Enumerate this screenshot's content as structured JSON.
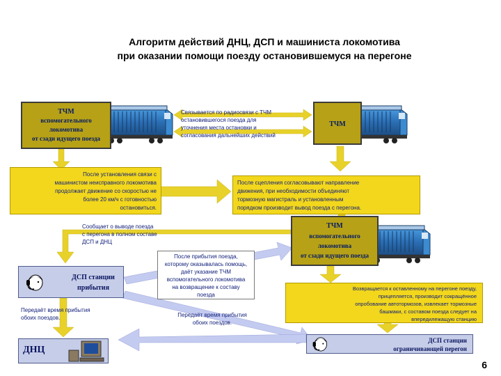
{
  "title": {
    "line1": "Алгоритм действий ДНЦ, ДСП и машиниста локомотива",
    "line2": "при оказании помощи поезду остановившемуся на перегоне"
  },
  "box_tchm_helper_top": {
    "line1": "ТЧМ",
    "line2": "вспомогательного",
    "line3": "локомотива",
    "line4": "от сзади идущего поезда"
  },
  "radio_note": {
    "line1": "Связывается по радиосвязи с ТЧМ",
    "line2": "остановившегося поезда для",
    "line3": "уточнения места остановки и",
    "line4": "согласования дальнейших действий"
  },
  "box_tchm_right": {
    "label": "ТЧМ"
  },
  "box_after_link": {
    "line1": "После установления связи с",
    "line2": "машинистом неисправного локомотива",
    "line3": "продолжает движение со скоростью не",
    "line4": "более 20 км/ч с готовностью",
    "line5": "остановиться."
  },
  "box_coupling": {
    "line1": "После сцепления согласовывают направление",
    "line2": "движения, при необходимости объединяют",
    "line3": "тормозную магистраль и установленным",
    "line4": "порядком производит вывод поезда с перегона."
  },
  "note_reports": {
    "line1": "Сообщает о выводе поезда",
    "line2": "с перегона в полном составе",
    "line3": "ДСП и ДНЦ"
  },
  "box_tchm_helper_mid": {
    "line1": "ТЧМ",
    "line2": "вспомогательного",
    "line3": "локомотива",
    "line4": "от сзади идущего поезда"
  },
  "note_after_arrival": {
    "line1": "После прибытия поезда,",
    "line2": "которому оказывалась помощь,",
    "line3": "даёт указание ТЧМ",
    "line4": "вспомогательного локомотива",
    "line5": "на возвращение к составу",
    "line6": "поезда"
  },
  "box_dsp_arrival": {
    "line1": "ДСП станции",
    "line2": "прибытия"
  },
  "box_returns": {
    "line1": "Возвращается к оставленному на перегоне поезду,",
    "line2": "прицепляется, производит сокращённое",
    "line3": "опробование автотормозов, извлекает тормозные",
    "line4": "башмаки, с составом поезда следует на",
    "line5": "впередилежащую станцию"
  },
  "note_transmit_left": {
    "line1": "Передаёт время прибытия",
    "line2": "обоих поездов."
  },
  "note_transmit_mid": {
    "line1": "Передаёт время прибытия",
    "line2": "обоих поездов."
  },
  "box_dsp_limiting": {
    "line1": "ДСП станции",
    "line2": "ограничивающей перегон"
  },
  "box_dnc": {
    "label": "ДНЦ"
  },
  "page_number": "6",
  "colors": {
    "olive": "#b7a116",
    "yellow": "#f2d71c",
    "arrow_yellow": "#e8d22a",
    "arrow_lavender": "#c4cbf0",
    "locomotive_blue": "#2b6fb5",
    "text_navy": "#12207a"
  },
  "icons": {
    "locomotive": "locomotive-icon",
    "dispatcher": "dispatcher-head-icon",
    "computer": "computer-icon"
  }
}
